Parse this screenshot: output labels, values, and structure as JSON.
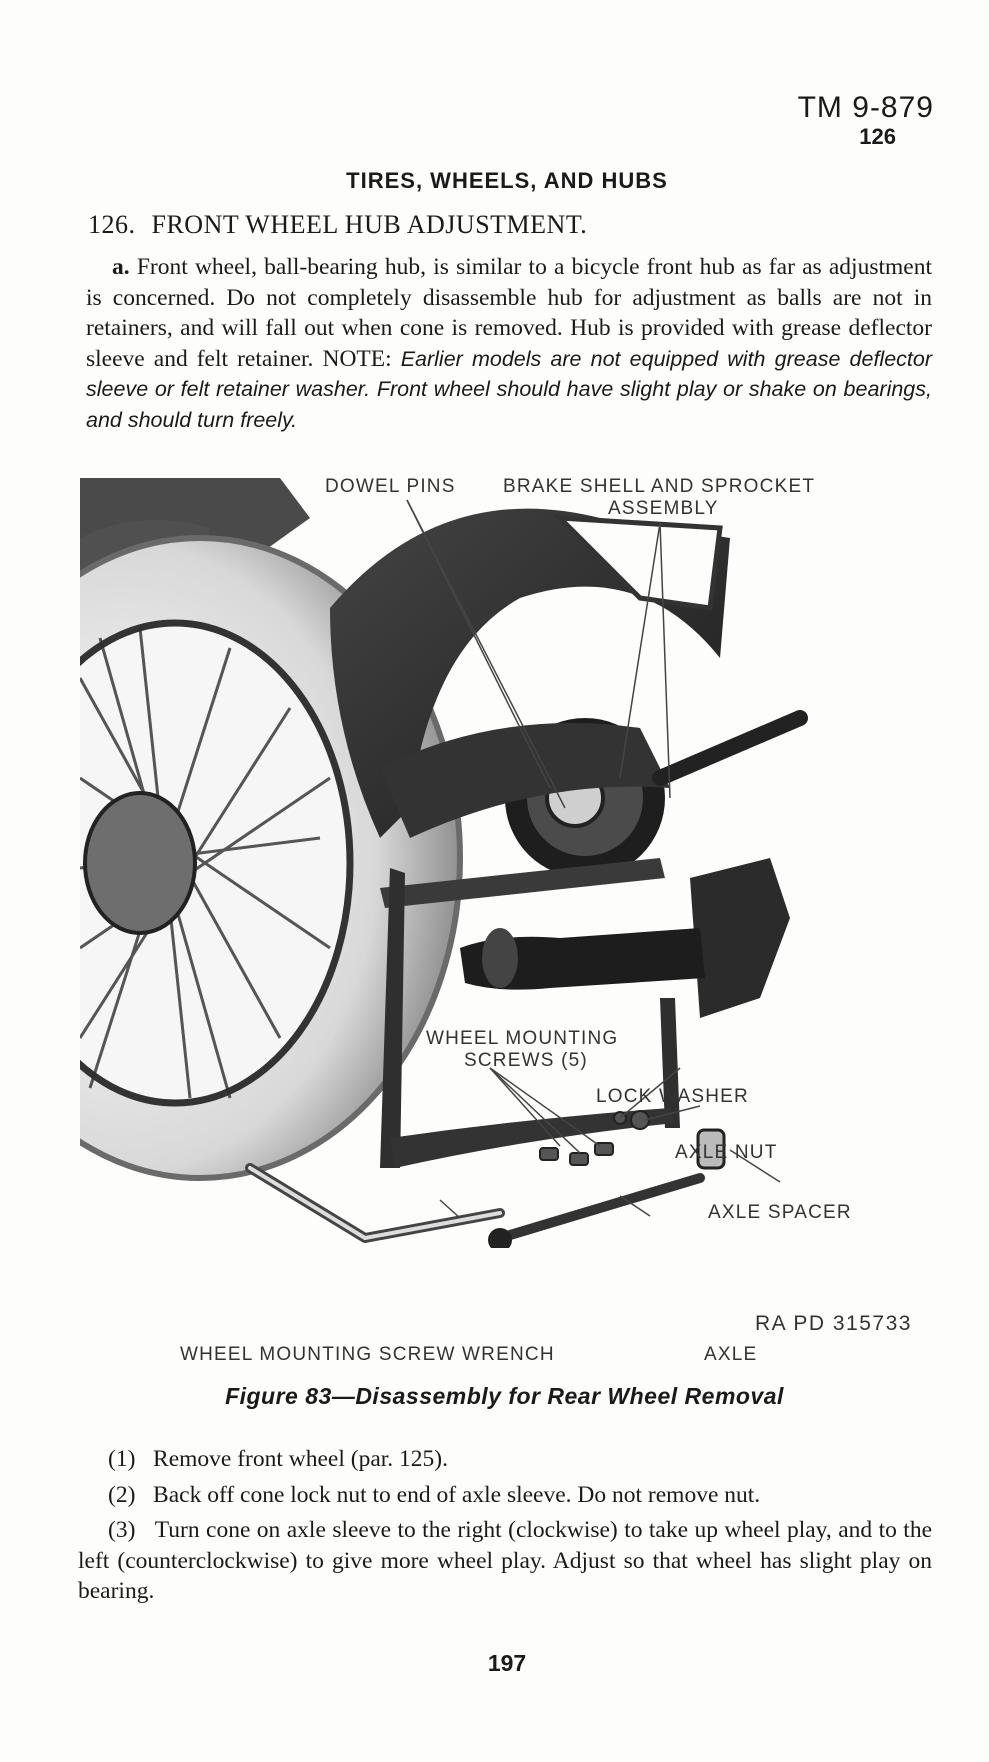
{
  "header": {
    "tm_number": "TM 9-879",
    "paragraph_number": "126",
    "running_head": "TIRES, WHEELS, AND HUBS"
  },
  "section": {
    "number": "126.",
    "title": "FRONT WHEEL HUB ADJUSTMENT."
  },
  "paragraph_a": {
    "label": "a.",
    "text": "Front wheel, ball-bearing hub, is similar to a bicycle front hub as far as adjustment is concerned. Do not completely disassemble hub for adjustment as balls are not in retainers, and will fall out when cone is removed. Hub is provided with grease deflector sleeve and felt retainer.",
    "note_label": "NOTE:",
    "note_text": "Earlier models are not equipped with grease deflector sleeve or felt retainer washer. Front wheel should have slight play or shake on bearings, and should turn freely."
  },
  "figure": {
    "callouts": {
      "dowel_pins": "DOWEL PINS",
      "brake_shell_line1": "BRAKE SHELL AND SPROCKET",
      "brake_shell_line2": "ASSEMBLY",
      "wheel_screws_line1": "WHEEL MOUNTING",
      "wheel_screws_line2": "SCREWS (5)",
      "lock_washer": "LOCK WASHER",
      "axle_nut": "AXLE NUT",
      "axle_spacer": "AXLE SPACER",
      "ra_pd": "RA PD 315733",
      "wrench": "WHEEL MOUNTING SCREW WRENCH",
      "axle": "AXLE"
    },
    "caption": "Figure 83—Disassembly for Rear Wheel Removal"
  },
  "steps": [
    {
      "num": "(1)",
      "text": "Remove front wheel (par. 125)."
    },
    {
      "num": "(2)",
      "text": "Back off cone lock nut to end of axle sleeve. Do not remove nut."
    },
    {
      "num": "(3)",
      "text": "Turn cone on axle sleeve to the right (clockwise) to take up wheel play, and to the left (counterclockwise) to give more wheel play. Adjust so that wheel has slight play on bearing."
    }
  ],
  "folio": "197"
}
